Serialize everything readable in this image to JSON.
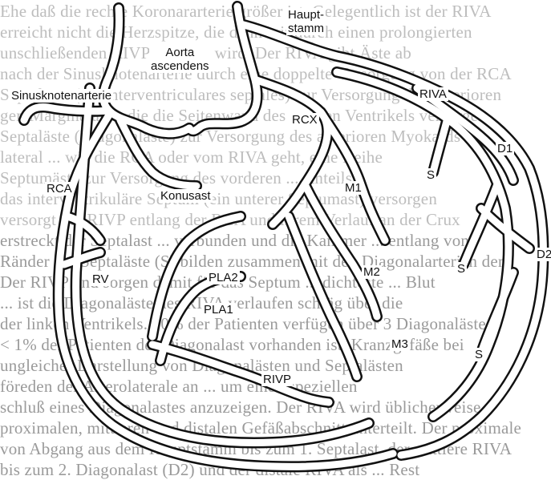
{
  "background_text": [
    "Ehe daß die rechte Koronararterie größer ist. Gelegentlich ist der RIVA",
    "erreicht nicht die Herzspitze, die dann mit durch einen prolongierten",
    "unschließenden RIVP versorgt wird. Der RIVA gibt Äste ab",
    "nach der Sinusknotenarterie durch eine doppelte Versorgung von der RCA",
    "Septaläste (Rr. interventriculares septales) zur Versorgung des anterioren",
    "gen Marginaläste, die die Seitenwand des rechten Ventrikels versorgen",
    "Septaläste (Diagonaläste) zur Versorgung des anterioren Myokards",
    "lateral ... wie die RCA oder vom RIVA geht, eine Reihe",
    "Septumäste zur Versorgung des vorderen ... Anteils",
    "das interventrikuläre Septum (ein unterer Septumast) versorgen",
    "versorgt der RIVP entlang der RCA und ihrem Verlauf an der Crux",
    "erstreckt der Septalast ... verbunden und die Kammer ... entlang von",
    "Ränder der Septaläste (S) bilden zusammen mit den Diagonalarterien den",
    "Der RIVP und sorgen damit für das Septum ... dichteste ... Blut",
    "... ist die Diagonaläste des RIVA verlaufen schräg über die",
    "der linken Ventrikels. 90% der Patienten verfügen über 3 Diagonaläste",
    "< 1% der Patienten der Diagonalast vorhanden ist, Kranzgefäße bei",
    "ungleicher Darstellung von Diagonalästen und Septalästen",
    "föreden der Arterolaterale an ... um einen speziellen",
    "schluß eines Diagonalastes anzuzeigen. Der RIVA wird üblicherweise",
    "proximalen, mittleren und distalen Gefäßabschnitt unterteilt. Der proximale",
    "von Abgang aus dem Hauptstamm bis zum 1. Septalast, der mittlere RIVA",
    "bis zum 2. Diagonalast (D2) und der distale RIVA als ... Rest"
  ],
  "labels": {
    "aorta": "Aorta\nascendens",
    "hauptstamm": "Haupt-\nstamm",
    "sinusknotenarterie": "Sinusknotenarterie",
    "rcx": "RCX",
    "riva": "RIVA",
    "d1": "D1",
    "d2": "D2",
    "rca": "RCA",
    "konusast": "Konusast",
    "m1": "M1",
    "m2": "M2",
    "m3": "M3",
    "s1": "S",
    "s2": "S",
    "s3": "S",
    "rv": "RV",
    "pla2": "PLA2",
    "pla1": "PLA1",
    "rivp": "RIVP"
  }
}
